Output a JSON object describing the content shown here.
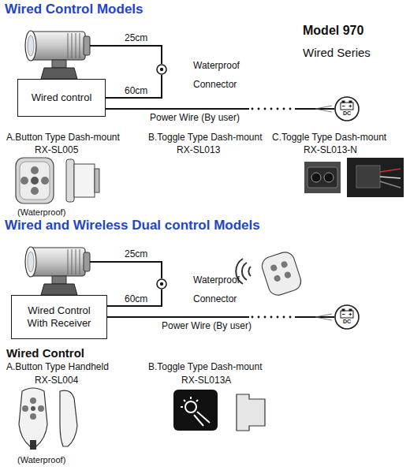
{
  "diagram": {
    "nodes": [
      {
        "text": [
          "Wired control"
        ]
      },
      {
        "text": [
          "Waterproof Connector"
        ]
      },
      {
        "text": [
          "DC"
        ]
      },
      {
        "text": [
          "Wired Control With Receiver"
        ]
      },
      {
        "text": [
          "Waterproof Connector"
        ]
      },
      {
        "text": [
          "DC"
        ]
      }
    ],
    "edges": [
      {
        "from": 0,
        "to": 1,
        "arrow": "none",
        "label": "60cm"
      },
      {
        "from": 0,
        "to": 2,
        "arrow": "none",
        "label": "Power Wire (By user)"
      },
      {
        "from": 3,
        "to": 4,
        "arrow": "none",
        "label": "60cm"
      },
      {
        "from": 3,
        "to": 5,
        "arrow": "none",
        "label": "Power Wire (By user)"
      }
    ],
    "labels": [
      "Wired Control Models",
      "Model 970",
      "Wired Series",
      "25cm",
      "A.Button Type Dash-mount",
      "RX-SL005",
      "(Waterproof)",
      "B.Toggle Type Dash-mount",
      "RX-SL013",
      "C.Toggle Type Dash-mount",
      "RX-SL013-N",
      "Wired and Wireless Dual control Models",
      "25cm",
      "Wired Control",
      "A.Button Type Handheld",
      "RX-SL004",
      "(Waterproof)",
      "B.Toggle Type Dash-mount",
      "RX-SL013A"
    ]
  }
}
